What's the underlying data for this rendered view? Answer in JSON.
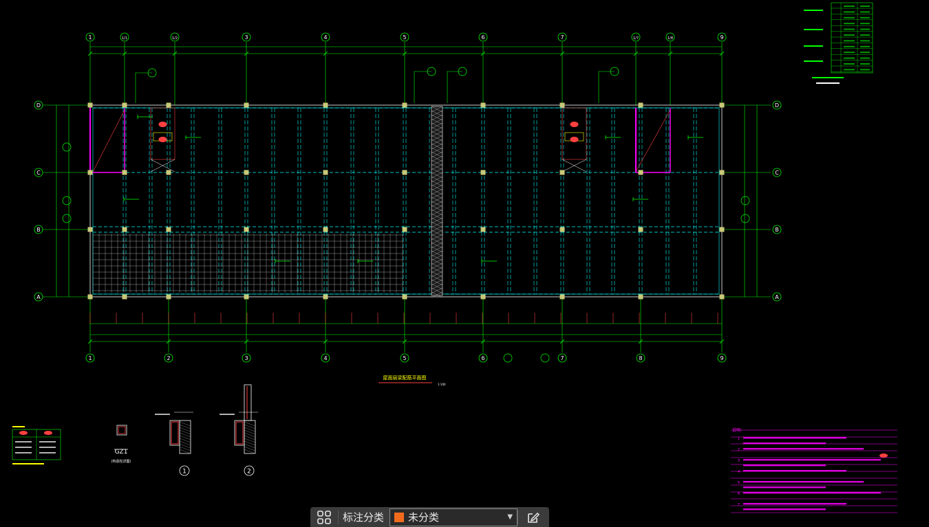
{
  "colors": {
    "axis": "#00ff00",
    "wall": "#00ffff",
    "column": "#c8c878",
    "note": "#ff00ff",
    "title": "#ffff00",
    "dim_red": "#ff4040",
    "white": "#ffffff",
    "swatch": "#f26b1d"
  },
  "drawing": {
    "top_axes": [
      "1",
      "1/1",
      "1/2",
      "3",
      "4",
      "5",
      "6",
      "7",
      "1/7",
      "1/8",
      "9"
    ],
    "bottom_axes": [
      "1",
      "2",
      "3",
      "4",
      "5",
      "6",
      "7",
      "8",
      "9"
    ],
    "row_axes": [
      "D",
      "C",
      "B",
      "A"
    ],
    "plan_title": "屋面层梁配筋平面图",
    "plan_scale": "1:100",
    "detail_labels": [
      "1",
      "2"
    ],
    "column_label": "GZ1",
    "column_sublabel": "(构造柱详图)",
    "notes_title": "说明:",
    "notes_lines": [
      "1",
      "2",
      "3",
      "4",
      "5",
      "6",
      "7"
    ]
  },
  "toolbar": {
    "grid_icon": "grid-icon",
    "label": "标注分类",
    "selected": "未分类",
    "edit_icon": "edit-icon"
  }
}
